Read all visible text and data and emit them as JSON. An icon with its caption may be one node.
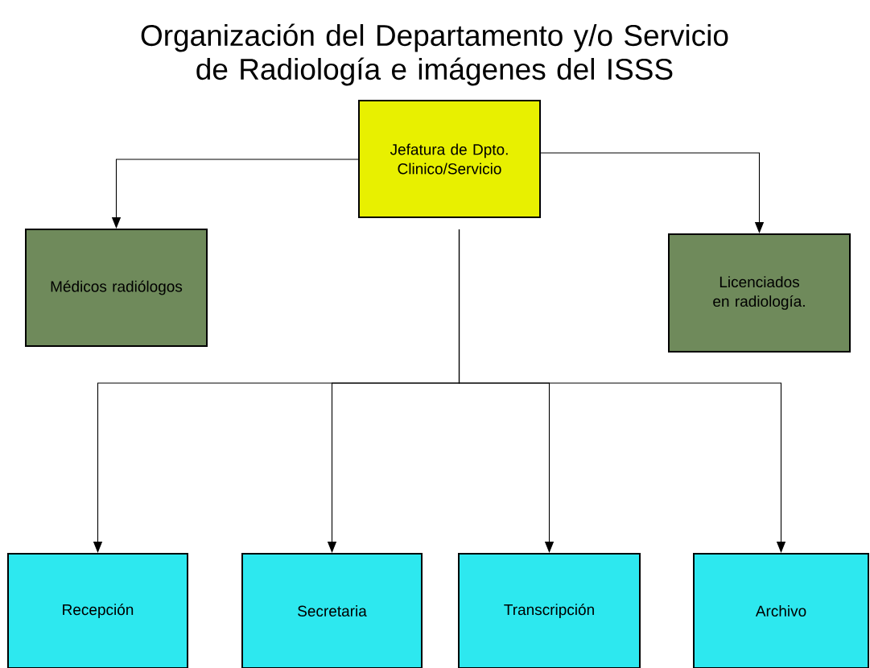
{
  "diagram": {
    "title": "Organización del Departamento y/o Servicio de Radiología e imágenes del ISSS",
    "nodes": [
      {
        "text": [
          "Jefatura de Dpto. Clinico/Servicio"
        ]
      },
      {
        "text": [
          "Médicos radiólogos"
        ]
      },
      {
        "text": [
          "Licenciados en radiología."
        ]
      },
      {
        "text": [
          "Recepción"
        ]
      },
      {
        "text": [
          "Secretaria"
        ]
      },
      {
        "text": [
          "Transcripción"
        ]
      },
      {
        "text": [
          "Archivo"
        ]
      }
    ],
    "edges": [
      {
        "from": 0,
        "to": 1,
        "arrow": "to"
      },
      {
        "from": 0,
        "to": 2,
        "arrow": "to"
      },
      {
        "from": 0,
        "to": 3,
        "arrow": "to"
      },
      {
        "from": 0,
        "to": 4,
        "arrow": "to"
      },
      {
        "from": 0,
        "to": 5,
        "arrow": "to"
      },
      {
        "from": 0,
        "to": 6,
        "arrow": "to"
      }
    ]
  }
}
